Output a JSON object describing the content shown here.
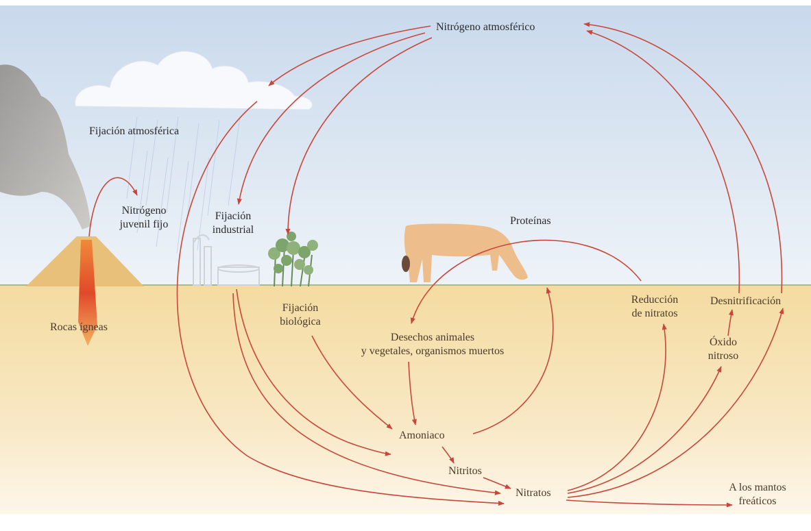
{
  "diagram": {
    "colors": {
      "arrow": "#c8473a",
      "sky_top": "#c9d9ec",
      "sky_bottom": "#eef3f8",
      "soil_top": "#f4dba0",
      "soil_bottom": "#fbefd6",
      "cloud": "#f7f9fc",
      "smoke": "#9c9892",
      "volcano": "#e9c07a",
      "lava": "#e0492a",
      "cow": "#edbd8c",
      "plant": "#7da46a"
    },
    "labels": {
      "nitrogeno_atmosferico": "Nitrógeno atmosférico",
      "fijacion_atmosferica": "Fijación atmosférica",
      "nitrogeno_juvenil_l1": "Nitrógeno",
      "nitrogeno_juvenil_l2": "juvenil fijo",
      "fijacion_industrial_l1": "Fijación",
      "fijacion_industrial_l2": "industrial",
      "proteinas": "Proteínas",
      "rocas_igneas": "Rocas ígneas",
      "fijacion_biologica_l1": "Fijación",
      "fijacion_biologica_l2": "biológica",
      "desechos_l1": "Desechos animales",
      "desechos_l2": "y vegetales, organismos muertos",
      "reduccion_l1": "Reducción",
      "reduccion_l2": "de nitratos",
      "desnitrificacion": "Desnitrificación",
      "oxido_l1": "Óxido",
      "oxido_l2": "nitroso",
      "amoniaco": "Amoniaco",
      "nitritos": "Nitritos",
      "nitratos": "Nitratos",
      "mantos_l1": "A los mantos",
      "mantos_l2": "freáticos"
    }
  }
}
